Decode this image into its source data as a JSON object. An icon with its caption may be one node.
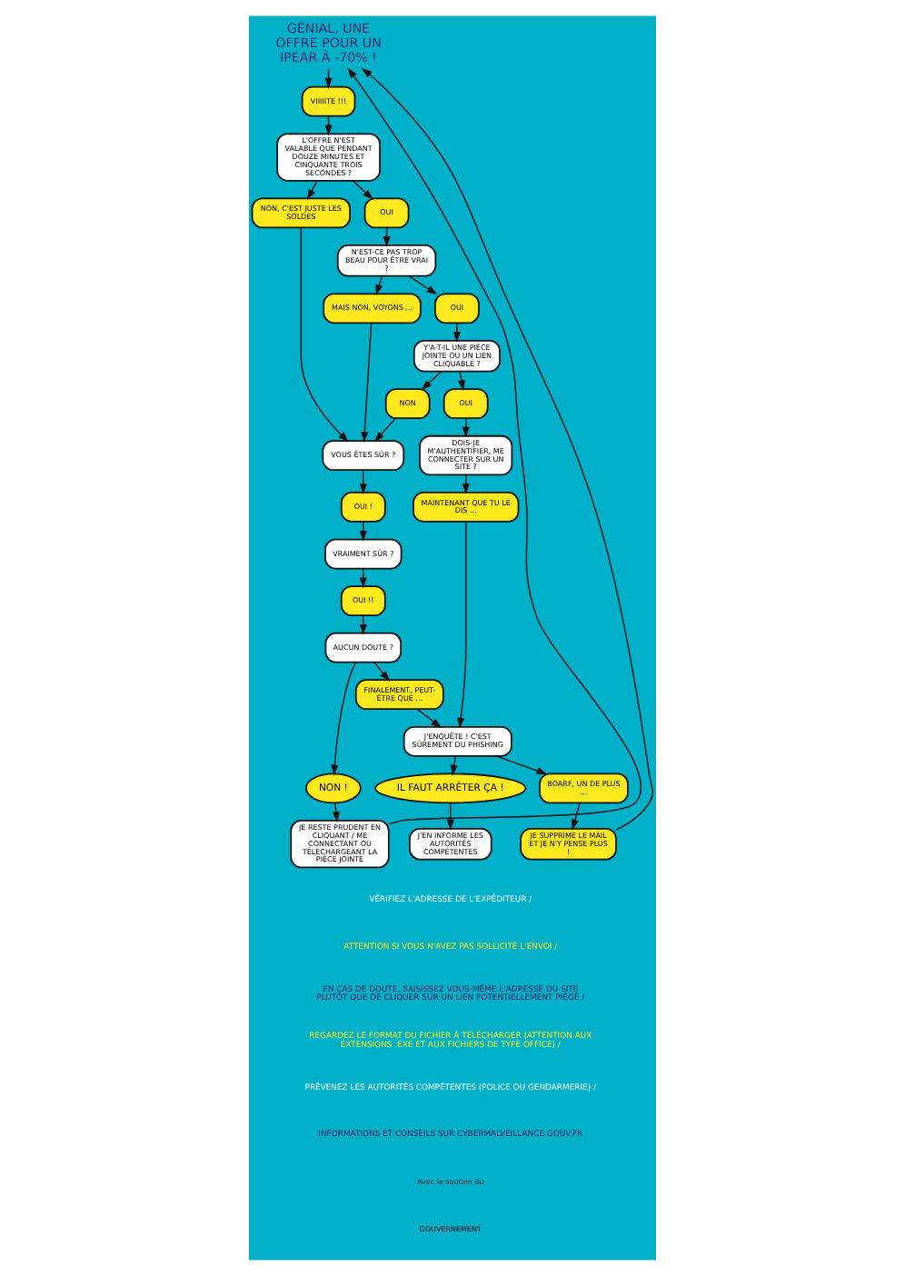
{
  "diagram": {
    "nodes": [
      {
        "text": [
          "GÉNIAL, UNE OFFRE POUR UN IPEAR À -70% !"
        ]
      },
      {
        "text": [
          "VIIIIITE !!!"
        ]
      },
      {
        "text": [
          "L'OFFRE N'EST VALABLE QUE PENDANT DOUZE MINUTES ET CINQUANTE TROIS SECONDES ?"
        ]
      },
      {
        "text": [
          "NON, C'EST JUSTE LES SOLDES"
        ]
      },
      {
        "text": [
          "VOUS ÊTES SÛR ?"
        ]
      },
      {
        "text": [
          "OUI !"
        ]
      },
      {
        "text": [
          "VRAIMENT SÛR ?"
        ]
      },
      {
        "text": [
          "OUI !!"
        ]
      },
      {
        "text": [
          "MAIS NON, VOYONS ..."
        ]
      },
      {
        "text": [
          "N'EST-CE PAS TROP BEAU POUR ÊTRE VRAI ?"
        ]
      },
      {
        "text": [
          "OUI"
        ]
      },
      {
        "text": [
          "AUCUN DOUTE ?"
        ]
      },
      {
        "text": [
          "NON !"
        ]
      },
      {
        "text": [
          "NON"
        ]
      },
      {
        "text": [
          "OUI"
        ]
      },
      {
        "text": [
          "Y'A-T-IL UNE PIÈCE JOINTE OU UN LIEN CLIQUABLE ?"
        ]
      },
      {
        "text": [
          "FINALEMENT, PEUT-ÊTRE QUE ..."
        ]
      },
      {
        "text": [
          "JE RESTE PRUDENT EN CLIQUANT / ME CONNECTANT OU TÉLÉCHARGEANT LA PIÈCE JOINTE"
        ]
      },
      {
        "text": [
          "OUI"
        ]
      },
      {
        "text": [
          "DOIS-JE M'AUTHENTIFIER, ME CONNECTER SUR UN SITE ?"
        ]
      },
      {
        "text": [
          "J'ENQUÊTE ! C'EST SÛREMENT DU PHISHING"
        ]
      },
      {
        "text": [
          "MAINTENANT QUE TU LE DIS ..."
        ]
      },
      {
        "text": [
          "IL FAUT ARRÊTER ÇA !"
        ]
      },
      {
        "text": [
          "J'EN INFORME LES AUTORITÉS COMPÉTENTES"
        ]
      },
      {
        "text": [
          "BOARF, UN DE PLUS ..."
        ]
      },
      {
        "text": [
          "JE SUPPRIME LE MAIL ET JE N'Y PENSE PLUS !"
        ]
      }
    ],
    "edges": [
      {
        "from": 0,
        "to": 1,
        "arrow": "to"
      },
      {
        "from": 1,
        "to": 2,
        "arrow": "to"
      },
      {
        "from": 2,
        "to": 3,
        "arrow": "to"
      },
      {
        "from": 3,
        "to": 4,
        "arrow": "to"
      },
      {
        "from": 2,
        "to": 10,
        "arrow": "to"
      },
      {
        "from": 10,
        "to": 9,
        "arrow": "to"
      },
      {
        "from": 9,
        "to": 8,
        "arrow": "to"
      },
      {
        "from": 8,
        "to": 4,
        "arrow": "to"
      },
      {
        "from": 9,
        "to": 14,
        "arrow": "to"
      },
      {
        "from": 14,
        "to": 15,
        "arrow": "to"
      },
      {
        "from": 15,
        "to": 13,
        "arrow": "to"
      },
      {
        "from": 13,
        "to": 4,
        "arrow": "to"
      },
      {
        "from": 4,
        "to": 5,
        "arrow": "to"
      },
      {
        "from": 5,
        "to": 6,
        "arrow": "to"
      },
      {
        "from": 6,
        "to": 7,
        "arrow": "to"
      },
      {
        "from": 7,
        "to": 11,
        "arrow": "to"
      },
      {
        "from": 11,
        "to": 12,
        "arrow": "to"
      },
      {
        "from": 11,
        "to": 16,
        "arrow": "to"
      },
      {
        "from": 12,
        "to": 17,
        "arrow": "to"
      },
      {
        "from": 17,
        "to": 0,
        "arrow": "to"
      },
      {
        "from": 15,
        "to": 18,
        "arrow": "to"
      },
      {
        "from": 18,
        "to": 19,
        "arrow": "to"
      },
      {
        "from": 19,
        "to": 21,
        "arrow": "to"
      },
      {
        "from": 21,
        "to": 20,
        "arrow": "to"
      },
      {
        "from": 16,
        "to": 20,
        "arrow": "to"
      },
      {
        "from": 20,
        "to": 22,
        "arrow": "to"
      },
      {
        "from": 20,
        "to": 24,
        "arrow": "to"
      },
      {
        "from": 22,
        "to": 23,
        "arrow": "to"
      },
      {
        "from": 24,
        "to": 25,
        "arrow": "to"
      },
      {
        "from": 25,
        "to": 0,
        "arrow": "to"
      }
    ],
    "labels": [
      "VÉRIFIEZ L'ADRESSE DE L'EXPÉDITEUR /",
      "ATTENTION SI VOUS N'AVEZ PAS SOLLICITÉ L'ENVOI /",
      "EN CAS DE DOUTE, SAISISSEZ VOUS-MÊME L'ADRESSE DU SITE PLUTÔT QUE DE CLIQUER SUR UN LIEN POTENTIELLEMENT PIÉGÉ /",
      "REGARDEZ LE FORMAT DU FICHIER À TÉLÉCHARGER (ATTENTION AUX EXTENSIONS .EXE ET AUX FICHIERS DE TYPE OFFICE) /",
      "PRÉVENEZ LES AUTORITÉS COMPÉTENTES (POLICE OU GENDARMERIE) /",
      "INFORMATIONS ET CONSEILS SUR CYBERMALVEILLANCE.GOUV.FR",
      "Avec le soutien du",
      "GOUVERNEMENT"
    ]
  }
}
